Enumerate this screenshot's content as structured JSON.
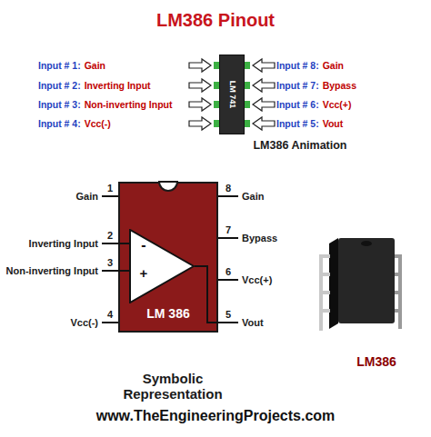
{
  "diagram": {
    "title": "LM386 Pinout",
    "nodes": [
      {
        "text": [
          "LM 741"
        ]
      },
      {
        "text": [
          "LM 386"
        ]
      },
      {
        "text": [
          "-",
          "+"
        ],
        "in": 1
      }
    ],
    "labels": [
      "Input # 1:",
      "Gain",
      "Input # 2:",
      "Inverting Input",
      "Input # 3:",
      "Non-inverting Input",
      "Input # 4:",
      "Vcc(-)",
      "Input # 8:",
      "Gain",
      "Input # 7:",
      "Bypass",
      "Input # 6:",
      "Vcc(+)",
      "Input # 5:",
      "Vout",
      "LM386 Animation",
      "Gain",
      "1",
      "Inverting Input",
      "2",
      "Non-inverting Input",
      "3",
      "Vcc(-)",
      "4",
      "Gain",
      "8",
      "Bypass",
      "7",
      "Vcc(+)",
      "6",
      "Vout",
      "5",
      "Symbolic Representation",
      "LM386",
      "www.TheEngineeringProjects.com"
    ]
  }
}
